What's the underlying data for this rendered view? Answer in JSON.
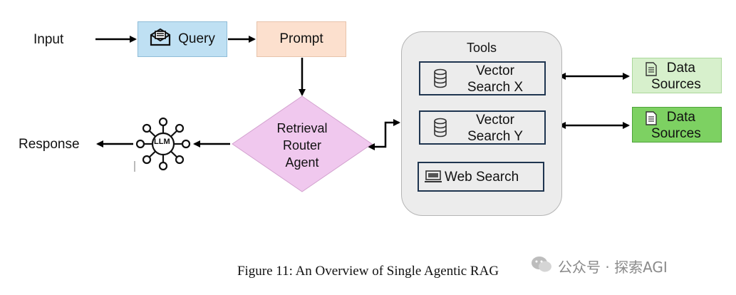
{
  "diagram": {
    "input_label": "Input",
    "query_label": "Query",
    "prompt_label": "Prompt",
    "router_lines": [
      "Retrieval",
      "Router",
      "Agent"
    ],
    "response_label": "Response",
    "llm_label": "LLM",
    "tools": {
      "title": "Tools",
      "vector_x_lines": [
        "Vector",
        "Search X"
      ],
      "vector_y_lines": [
        "Vector",
        "Search Y"
      ],
      "web_search": "Web Search"
    },
    "data_sources": [
      {
        "lines": [
          "Data",
          "Sources"
        ],
        "color": "#d7f0cc"
      },
      {
        "lines": [
          "Data",
          "Sources"
        ],
        "color": "#7dd162"
      }
    ],
    "colors": {
      "query": "#bfe0f3",
      "prompt": "#fce0ce",
      "router": "#f0c8ee",
      "tools_panel": "#ececec",
      "tool_border": "#1f3550"
    },
    "icons": [
      "envelope-icon",
      "network-icon",
      "database-icon",
      "database-icon",
      "monitor-icon",
      "document-icon",
      "document-icon"
    ]
  },
  "caption": "Figure 11: An Overview of Single Agentic RAG",
  "watermark": "公众号 · 探索AGI"
}
